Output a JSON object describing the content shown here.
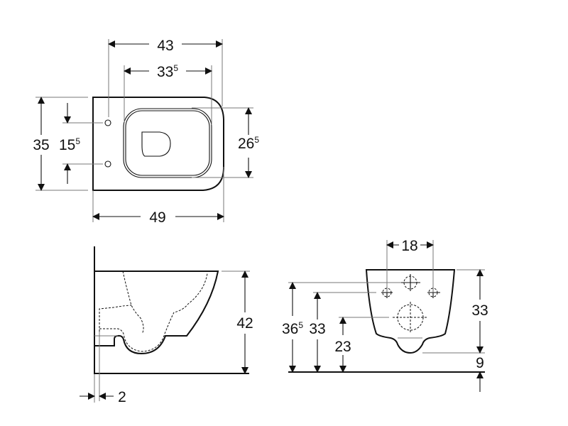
{
  "top_view": {
    "width_outer": "43",
    "width_inner": {
      "main": "33",
      "sup": "5"
    },
    "depth": "35",
    "fixing_distance": {
      "main": "15",
      "sup": "5"
    },
    "seat_depth": {
      "main": "26",
      "sup": "5"
    },
    "length": "49"
  },
  "side_view": {
    "height": "42",
    "wall_gap": "2"
  },
  "front_view": {
    "fixing_spacing": "18",
    "height_upper": {
      "main": "36",
      "sup": "5"
    },
    "height_fixing": "33",
    "height_outlet": "23",
    "body_height": "33",
    "bottom_clearance": "9"
  }
}
